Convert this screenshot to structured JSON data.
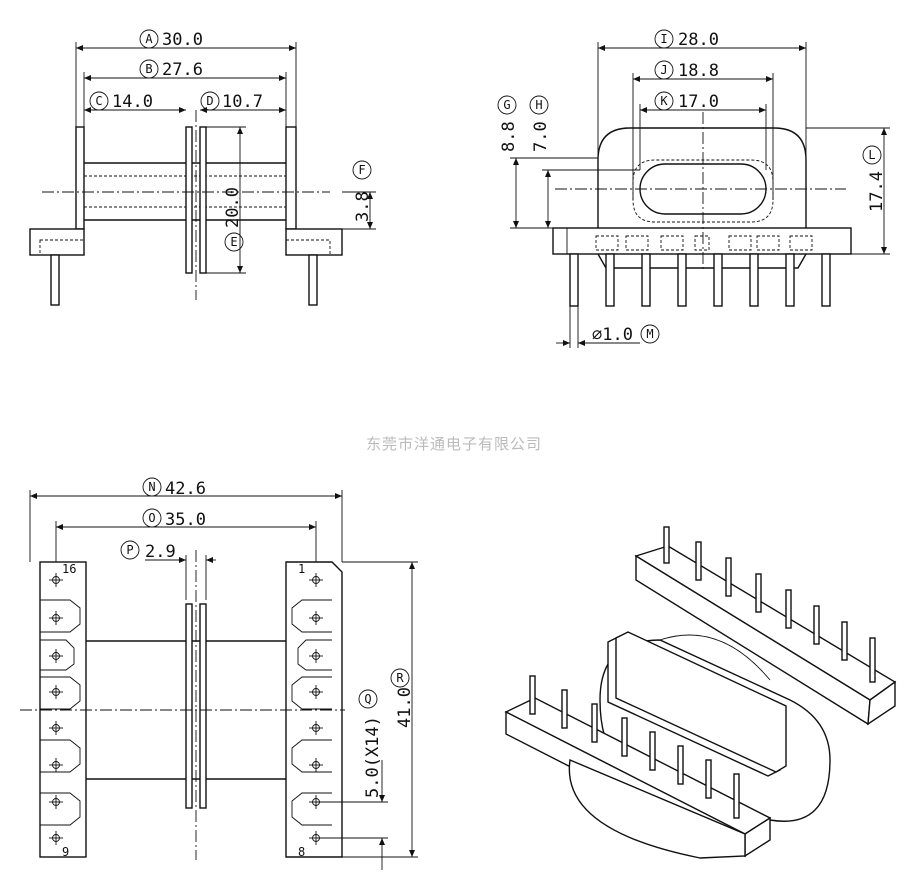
{
  "watermark": "东莞市洋通电子有限公司",
  "front_view": {
    "dims": [
      {
        "letter": "A",
        "value": "30.0"
      },
      {
        "letter": "B",
        "value": "27.6"
      },
      {
        "letter": "C",
        "value": "14.0"
      },
      {
        "letter": "D",
        "value": "10.7"
      },
      {
        "letter": "E",
        "value": "20.0"
      },
      {
        "letter": "F",
        "value": "3.8"
      }
    ]
  },
  "side_view": {
    "dims": [
      {
        "letter": "I",
        "value": "28.0"
      },
      {
        "letter": "J",
        "value": "18.8"
      },
      {
        "letter": "K",
        "value": "17.0"
      },
      {
        "letter": "G",
        "value": "8.8"
      },
      {
        "letter": "H",
        "value": "7.0"
      },
      {
        "letter": "L",
        "value": "17.4"
      },
      {
        "letter": "M",
        "value": "⌀1.0"
      }
    ]
  },
  "bottom_view": {
    "dims": [
      {
        "letter": "N",
        "value": "42.6"
      },
      {
        "letter": "O",
        "value": "35.0"
      },
      {
        "letter": "P",
        "value": "2.9"
      },
      {
        "letter": "Q",
        "value": "5.0(X14)"
      },
      {
        "letter": "R",
        "value": "41.0"
      }
    ],
    "pin_labels": [
      "16",
      "1",
      "9",
      "8"
    ]
  }
}
